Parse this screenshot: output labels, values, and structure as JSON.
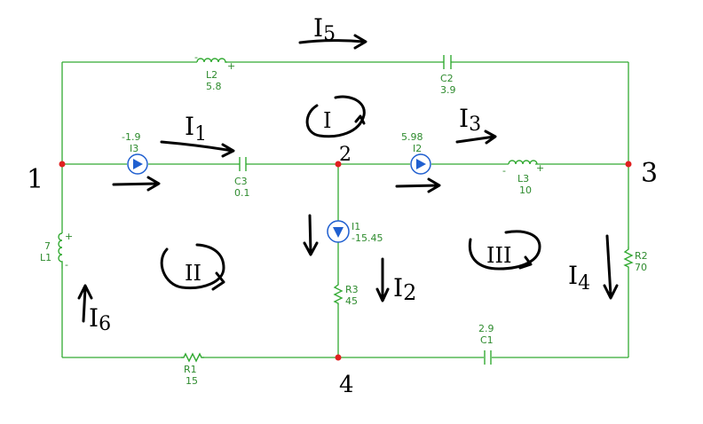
{
  "nodes": [
    {
      "name": "1",
      "label": "1"
    },
    {
      "name": "2",
      "label": "2"
    },
    {
      "name": "3",
      "label": "3"
    },
    {
      "name": "4",
      "label": "4"
    }
  ],
  "components": {
    "L2": {
      "name": "L2",
      "value": "5.8"
    },
    "C2": {
      "name": "C2",
      "value": "3.9"
    },
    "I3": {
      "name": "I3",
      "value": "-1.9"
    },
    "C3": {
      "name": "C3",
      "value": "0.1"
    },
    "I2": {
      "name": "I2",
      "value": "5.98"
    },
    "L3": {
      "name": "L3",
      "value": "10"
    },
    "L1": {
      "name": "L1",
      "value": "7"
    },
    "I1": {
      "name": "I1",
      "value": "-15.45"
    },
    "R3": {
      "name": "R3",
      "value": "45"
    },
    "R2": {
      "name": "R2",
      "value": "70"
    },
    "R1": {
      "name": "R1",
      "value": "15"
    },
    "C1": {
      "name": "C1",
      "value": "2.9"
    }
  },
  "currents": {
    "I1": {
      "base": "I",
      "sub": "1"
    },
    "I2": {
      "base": "I",
      "sub": "2"
    },
    "I3": {
      "base": "I",
      "sub": "3"
    },
    "I4": {
      "base": "I",
      "sub": "4"
    },
    "I5": {
      "base": "I",
      "sub": "5"
    },
    "I6": {
      "base": "I",
      "sub": "6"
    }
  },
  "loops": {
    "loop1": "I",
    "loop2": "II",
    "loop3": "III"
  },
  "polarity": {
    "plus": "+",
    "minus": "-"
  },
  "colors": {
    "wire": "#33aa33",
    "source": "#1f5fd0",
    "node": "#e02020",
    "ink": "#000000"
  }
}
